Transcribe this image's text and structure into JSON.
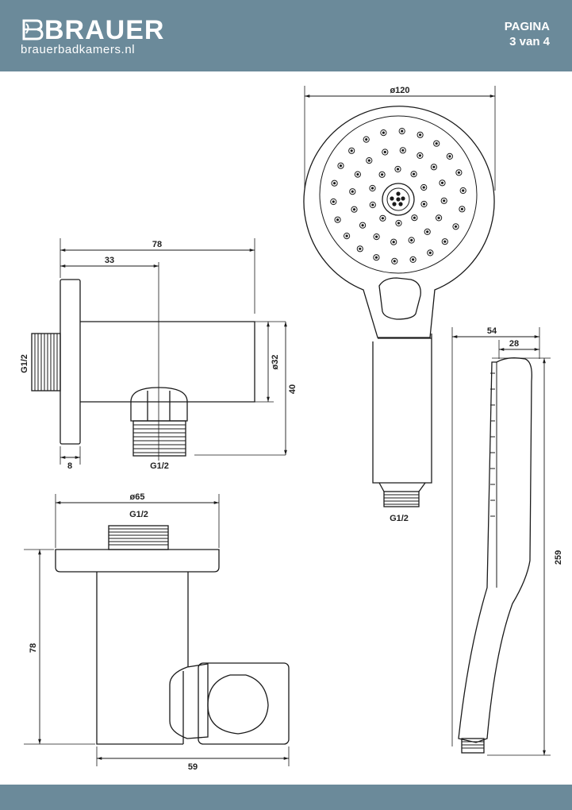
{
  "header": {
    "brand": "BRAUER",
    "url": "brauerbadkamers.nl",
    "page_label": "PAGINA",
    "page_number": "3 van 4"
  },
  "colors": {
    "header_bg": "#6b8a9a",
    "line": "#1a1a1a"
  },
  "wall_connector": {
    "dim_total": "78",
    "dim_mid": "33",
    "dim_thread_left": "G1/2",
    "dim_body": "ø32",
    "dim_height": "40",
    "dim_flange": "8",
    "dim_thread_bottom": "G1/2"
  },
  "holder": {
    "dim_diameter": "ø65",
    "dim_thread": "G1/2",
    "dim_height": "78",
    "dim_width": "59"
  },
  "hand_shower_front": {
    "dim_diameter": "ø120",
    "dim_thread": "G1/2"
  },
  "hand_shower_side": {
    "dim_depth": "54",
    "dim_head": "28",
    "dim_length": "259"
  }
}
